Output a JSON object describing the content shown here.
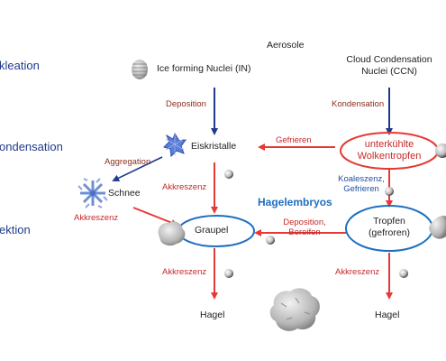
{
  "processes": [
    "kleation",
    "ondensation",
    "ektion"
  ],
  "nodes": {
    "aerosole": "Aerosole",
    "ice_nuclei": "Ice forming Nuclei (IN)",
    "ccn_line1": "Cloud Condensation",
    "ccn_line2": "Nuclei (CCN)",
    "eiskristalle": "Eiskristalle",
    "unterkuehlte_line1": "unterkühlte",
    "unterkuehlte_line2": "Wolkentropfen",
    "schnee": "Schnee",
    "graupel": "Graupel",
    "tropfen_line1": "Tropfen",
    "tropfen_line2": "(gefroren)",
    "hagel_left": "Hagel",
    "hagel_right": "Hagel",
    "hagelembryos": "Hagelembryos"
  },
  "edges": {
    "deposition": "Deposition",
    "kondensation": "Kondensation",
    "gefrieren": "Gefrieren",
    "aggregation": "Aggregation",
    "akkreszenz_schnee": "Akkreszenz",
    "akkreszenz_graupel": "Akkreszenz",
    "koaleszenz_line1": "Koaleszenz,",
    "koaleszenz_line2": "Gefrieren",
    "deposition_bereifen_line1": "Deposition,",
    "deposition_bereifen_line2": "Bereifen",
    "akkreszenz_hagel_left": "Akkreszenz",
    "akkreszenz_hagel_right": "Akkreszenz"
  },
  "colors": {
    "red_arrow": "#e53935",
    "dark_blue_arrow": "#1f3a8a",
    "ellipse_red": "#e53935",
    "ellipse_blue": "#1e6fc2",
    "hagelembryos_text": "#1e6fc2"
  }
}
